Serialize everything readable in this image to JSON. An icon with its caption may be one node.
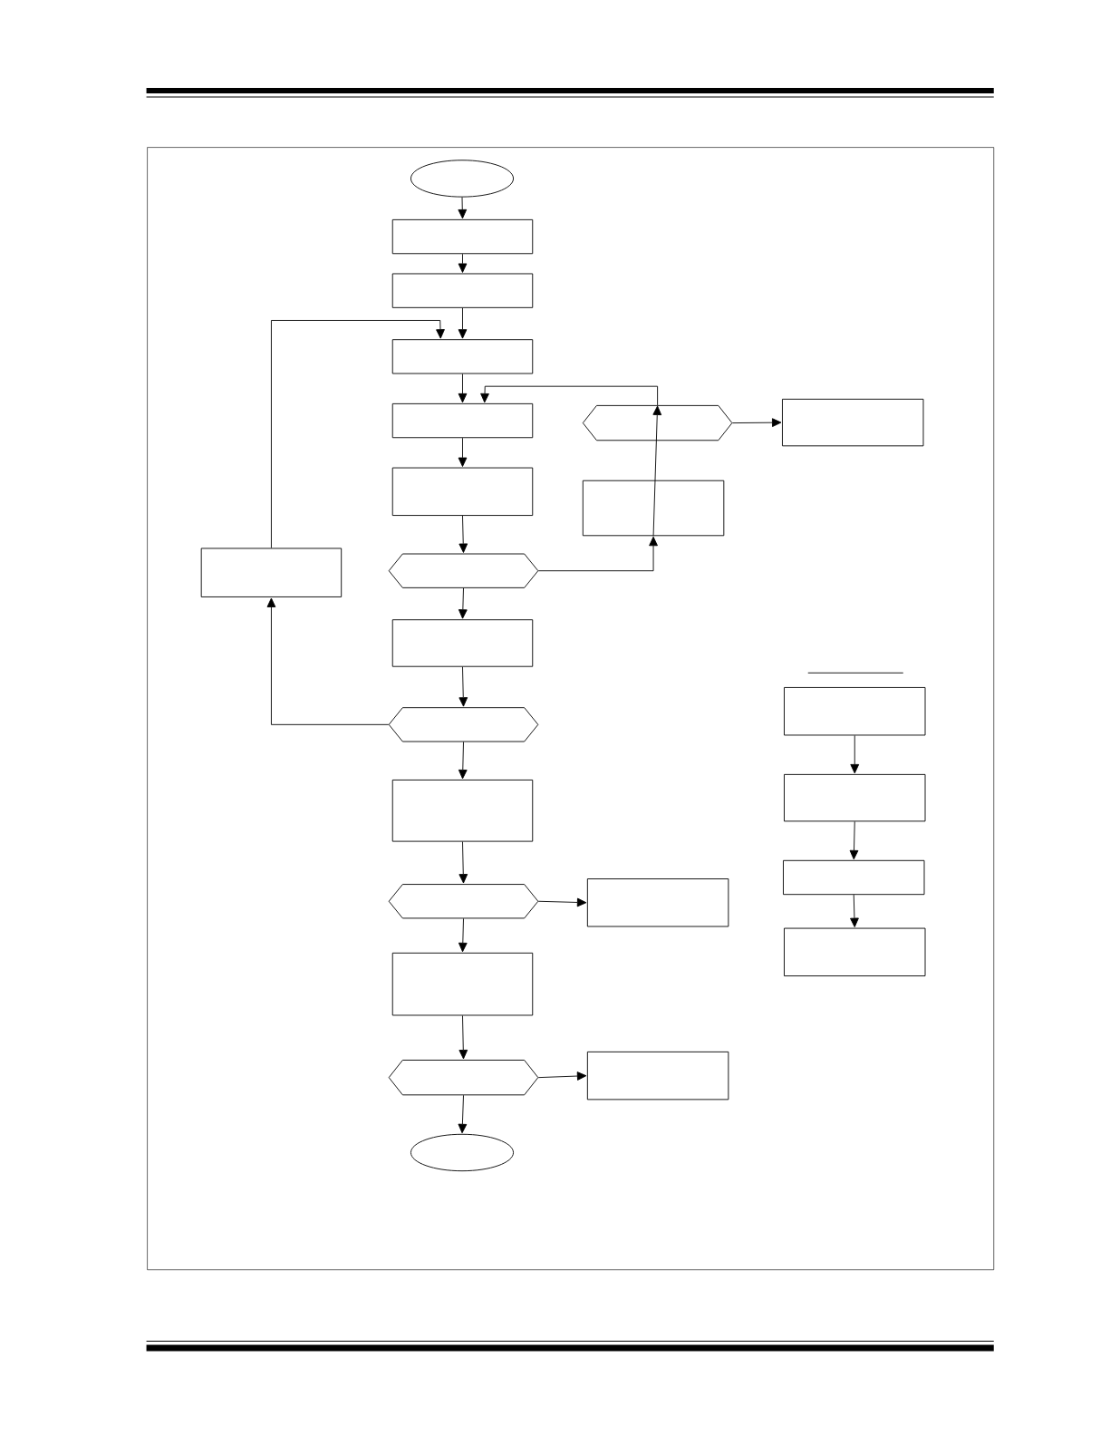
{
  "diagram": {
    "nodes": [
      {
        "text": [],
        "shape": "ellipse"
      },
      {
        "text": [],
        "shape": "box"
      },
      {
        "text": [],
        "shape": "box"
      },
      {
        "text": [],
        "shape": "box"
      },
      {
        "text": [],
        "shape": "box"
      },
      {
        "text": [],
        "shape": "box"
      },
      {
        "text": [],
        "shape": "hexagon"
      },
      {
        "text": [],
        "shape": "box"
      },
      {
        "text": [],
        "shape": "hexagon"
      },
      {
        "text": [],
        "shape": "box"
      },
      {
        "text": [],
        "shape": "box"
      },
      {
        "text": [],
        "shape": "box"
      },
      {
        "text": [],
        "shape": "hexagon"
      },
      {
        "text": [],
        "shape": "box"
      },
      {
        "text": [],
        "shape": "hexagon"
      },
      {
        "text": [],
        "shape": "box"
      },
      {
        "text": [],
        "shape": "box"
      },
      {
        "text": [],
        "shape": "hexagon"
      },
      {
        "text": [],
        "shape": "box"
      },
      {
        "text": [],
        "shape": "ellipse"
      },
      {
        "text": [],
        "shape": "box"
      },
      {
        "text": [],
        "shape": "box"
      },
      {
        "text": [],
        "shape": "box"
      },
      {
        "text": [],
        "shape": "box"
      }
    ],
    "edges": [
      {
        "from": 0,
        "to": 1,
        "arrow": "to"
      },
      {
        "from": 1,
        "to": 2,
        "arrow": "to"
      },
      {
        "from": 2,
        "to": 3,
        "arrow": "to"
      },
      {
        "from": 3,
        "to": 4,
        "arrow": "to"
      },
      {
        "from": 4,
        "to": 5,
        "arrow": "to"
      },
      {
        "from": 5,
        "to": 6,
        "arrow": "to"
      },
      {
        "from": 6,
        "to": 7,
        "arrow": "to"
      },
      {
        "from": 7,
        "to": 8,
        "arrow": "to"
      },
      {
        "from": 8,
        "to": 9,
        "arrow": "to"
      },
      {
        "from": 8,
        "to": 4,
        "arrow": "to"
      },
      {
        "from": 6,
        "to": 11,
        "arrow": "to"
      },
      {
        "from": 11,
        "to": 12,
        "arrow": "to"
      },
      {
        "from": 12,
        "to": 10,
        "arrow": "to"
      },
      {
        "from": 10,
        "to": 3,
        "arrow": "to"
      },
      {
        "from": 12,
        "to": 13,
        "arrow": "to"
      },
      {
        "from": 13,
        "to": 14,
        "arrow": "to"
      },
      {
        "from": 14,
        "to": 15,
        "arrow": "to"
      },
      {
        "from": 14,
        "to": 16,
        "arrow": "to"
      },
      {
        "from": 16,
        "to": 17,
        "arrow": "to"
      },
      {
        "from": 17,
        "to": 18,
        "arrow": "to"
      },
      {
        "from": 17,
        "to": 19,
        "arrow": "to"
      },
      {
        "from": 20,
        "to": 21,
        "arrow": "to"
      },
      {
        "from": 21,
        "to": 22,
        "arrow": "to"
      },
      {
        "from": 22,
        "to": 23,
        "arrow": "to"
      }
    ]
  }
}
